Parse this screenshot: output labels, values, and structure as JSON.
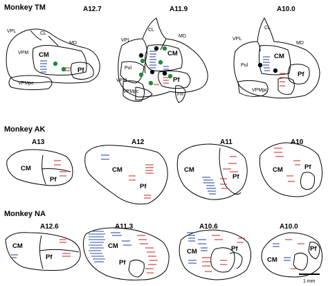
{
  "colors": {
    "blue": "#2b4aa8",
    "red": "#c8342c",
    "green": "#1f8a3b",
    "black": "#000000"
  },
  "scale_bar": "1 mm",
  "monkeys": [
    {
      "name": "Monkey TM",
      "sections": [
        {
          "level": "A12.7",
          "labels": [
            "VPL",
            "CL",
            "MD",
            "VPM",
            "CM",
            "Pf",
            "VPMpc"
          ]
        },
        {
          "level": "A11.9",
          "labels": [
            "CL",
            "MD",
            "VPL",
            "CM",
            "Pul",
            "Pf",
            "VPM",
            "VPMpc",
            "FR"
          ]
        },
        {
          "level": "A10.0",
          "labels": [
            "CL",
            "VPL",
            "MD",
            "CM",
            "Pul",
            "Pf",
            "VPMpc"
          ]
        }
      ]
    },
    {
      "name": "Monkey AK",
      "sections": [
        {
          "level": "A13",
          "labels": [
            "CM",
            "Pf"
          ]
        },
        {
          "level": "A12",
          "labels": [
            "CM",
            "Pf"
          ]
        },
        {
          "level": "A11",
          "labels": [
            "CM",
            "Pf"
          ]
        },
        {
          "level": "A10",
          "labels": [
            "CM",
            "Pf"
          ]
        }
      ]
    },
    {
      "name": "Monkey NA",
      "sections": [
        {
          "level": "A12.6",
          "labels": [
            "CM",
            "Pf"
          ]
        },
        {
          "level": "A11.3",
          "labels": [
            "CM",
            "Pf"
          ]
        },
        {
          "level": "A10.6",
          "labels": [
            "CM",
            "Pf"
          ]
        },
        {
          "level": "A10.0",
          "labels": [
            "CM",
            "Pf"
          ]
        }
      ]
    }
  ]
}
